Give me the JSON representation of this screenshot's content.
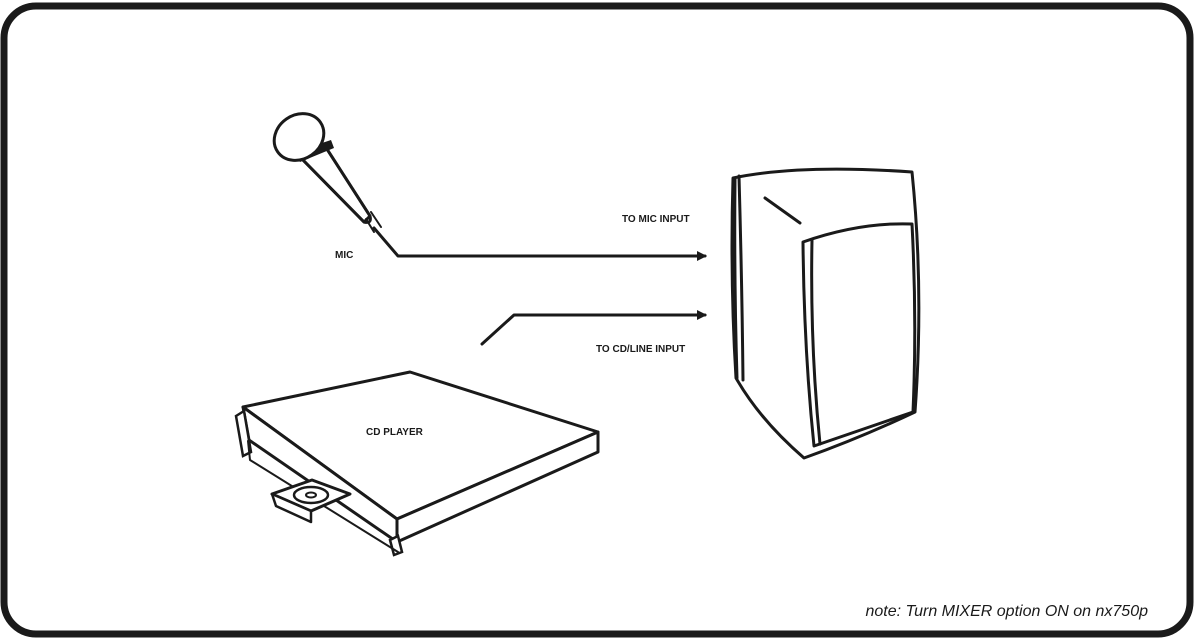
{
  "labels": {
    "mic": "MIC",
    "cd_player": "CD PLAYER",
    "to_mic_input": "TO MIC INPUT",
    "to_cd_line_input": "TO CD/LINE INPUT"
  },
  "note": "note: Turn MIXER option ON on nx750p",
  "components": [
    "microphone-icon",
    "cd-player-icon",
    "speaker-icon"
  ],
  "colors": {
    "line": "#1a1a1a",
    "background": "#ffffff"
  }
}
